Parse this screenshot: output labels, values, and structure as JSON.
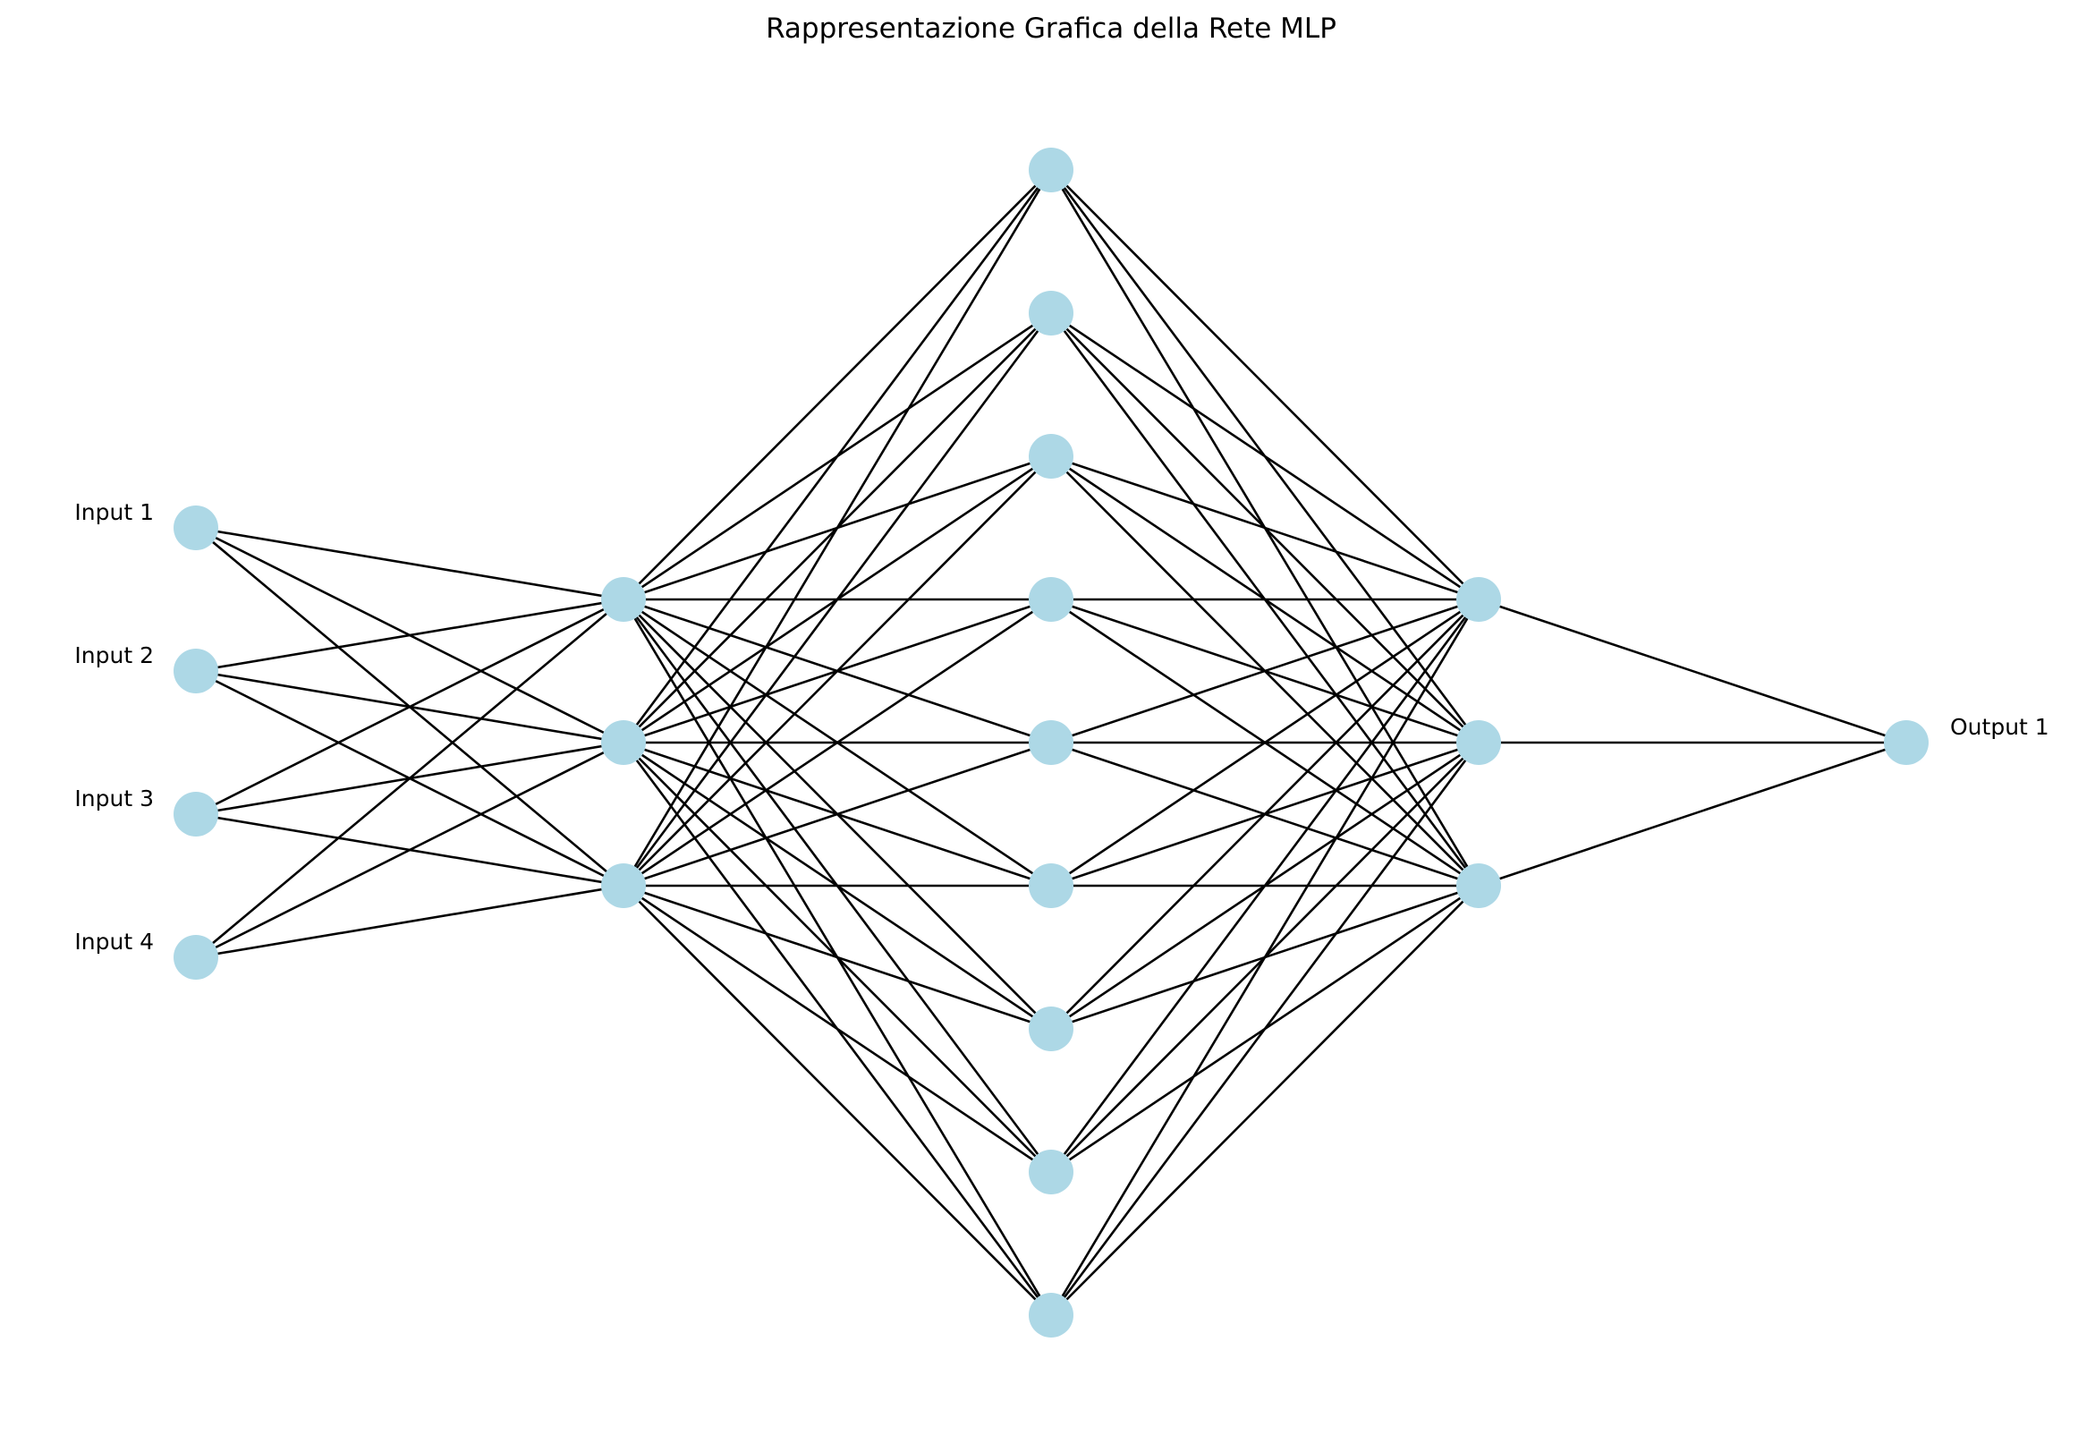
{
  "title": "Rappresentazione Grafica della Rete MLP",
  "colors": {
    "node_fill": "#add8e6",
    "edge": "#000000",
    "background": "#ffffff"
  },
  "network": {
    "layer_sizes": [
      4,
      3,
      9,
      3,
      1
    ],
    "input_labels": [
      "Input 1",
      "Input 2",
      "Input 3",
      "Input 4"
    ],
    "output_labels": [
      "Output 1"
    ],
    "connectivity": "fully-connected"
  }
}
